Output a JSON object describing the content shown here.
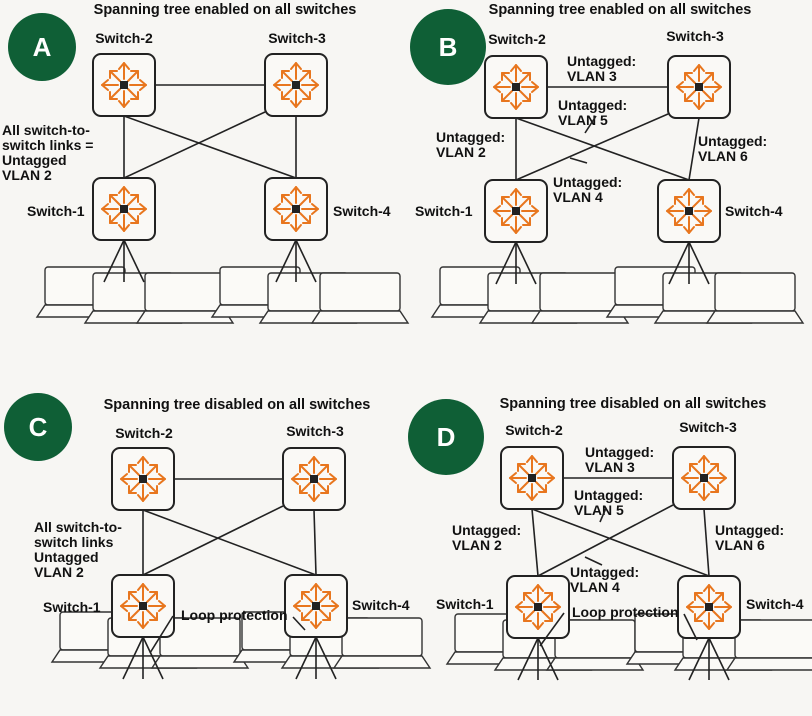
{
  "colors": {
    "badge": "#0f5f36",
    "arrow": "#e8761e",
    "line": "#222222",
    "background": "#f7f6f3"
  },
  "panels": [
    {
      "id": "A",
      "badge": "A",
      "title": "Spanning tree enabled on all switches",
      "switches": {
        "sw1": "Switch-1",
        "sw2": "Switch-2",
        "sw3": "Switch-3",
        "sw4": "Switch-4"
      },
      "notes": [
        "All switch-to-",
        "switch links =",
        "Untagged",
        "VLAN 2"
      ],
      "link_labels": [],
      "loop_protection": ""
    },
    {
      "id": "B",
      "badge": "B",
      "title": "Spanning tree enabled on all switches",
      "switches": {
        "sw1": "Switch-1",
        "sw2": "Switch-2",
        "sw3": "Switch-3",
        "sw4": "Switch-4"
      },
      "notes": [],
      "link_labels": [
        {
          "link": "sw2-sw3",
          "lines": [
            "Untagged:",
            "VLAN 3"
          ]
        },
        {
          "link": "sw2-sw4",
          "lines": [
            "Untagged:",
            "VLAN 5"
          ]
        },
        {
          "link": "sw1-sw2",
          "lines": [
            "Untagged:",
            "VLAN 2"
          ]
        },
        {
          "link": "sw3-sw4",
          "lines": [
            "Untagged:",
            "VLAN 6"
          ]
        },
        {
          "link": "sw1-sw3",
          "lines": [
            "Untagged:",
            "VLAN 4"
          ]
        }
      ],
      "loop_protection": ""
    },
    {
      "id": "C",
      "badge": "C",
      "title": "Spanning tree disabled on all switches",
      "switches": {
        "sw1": "Switch-1",
        "sw2": "Switch-2",
        "sw3": "Switch-3",
        "sw4": "Switch-4"
      },
      "notes": [
        "All switch-to-",
        "switch links",
        "Untagged",
        "VLAN 2"
      ],
      "link_labels": [],
      "loop_protection": "Loop protection"
    },
    {
      "id": "D",
      "badge": "D",
      "title": "Spanning tree disabled on all switches",
      "switches": {
        "sw1": "Switch-1",
        "sw2": "Switch-2",
        "sw3": "Switch-3",
        "sw4": "Switch-4"
      },
      "notes": [],
      "link_labels": [
        {
          "link": "sw2-sw3",
          "lines": [
            "Untagged:",
            "VLAN 3"
          ]
        },
        {
          "link": "sw2-sw4",
          "lines": [
            "Untagged:",
            "VLAN 5"
          ]
        },
        {
          "link": "sw1-sw2",
          "lines": [
            "Untagged:",
            "VLAN 2"
          ]
        },
        {
          "link": "sw3-sw4",
          "lines": [
            "Untagged:",
            "VLAN 6"
          ]
        },
        {
          "link": "sw1-sw3",
          "lines": [
            "Untagged:",
            "VLAN 4"
          ]
        }
      ],
      "loop_protection": "Loop protection"
    }
  ]
}
